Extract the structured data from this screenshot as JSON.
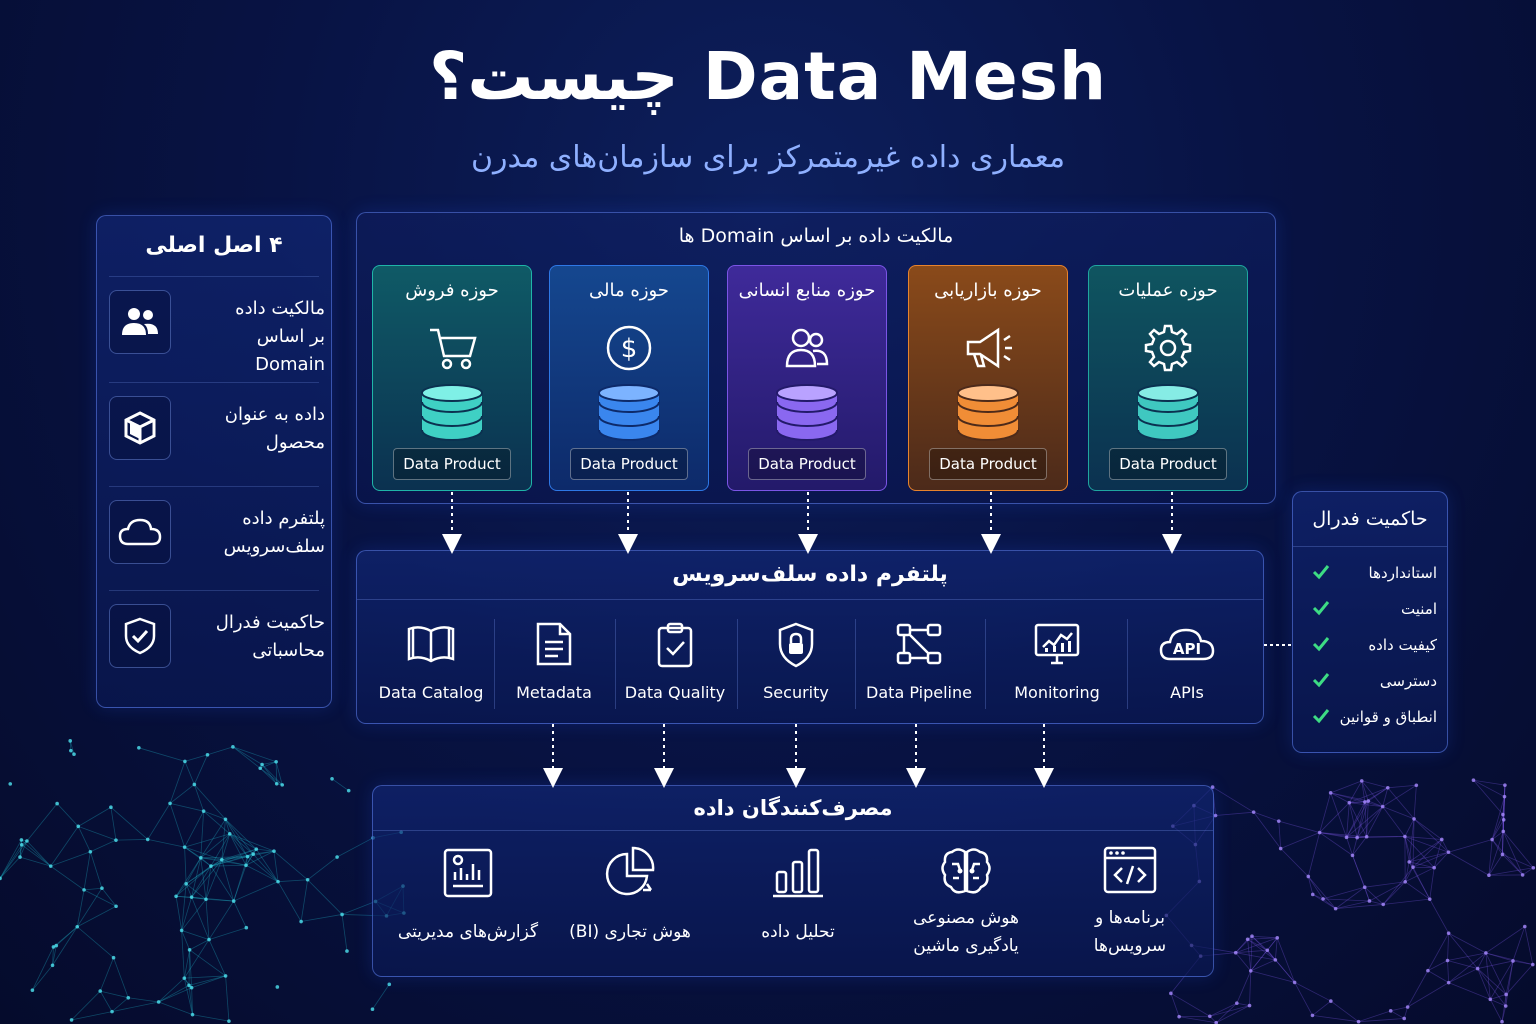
{
  "header": {
    "title": "Data Mesh چیست؟",
    "subtitle": "معماری داده غیرمتمرکز برای سازمان‌های مدرن"
  },
  "principles": {
    "title": "۴ اصل اصلی",
    "items": [
      {
        "line1": "مالکیت داده",
        "line2": "بر اساس Domain",
        "icon": "users-icon"
      },
      {
        "line1": "داده به عنوان",
        "line2": "محصول",
        "icon": "cube-icon"
      },
      {
        "line1": "پلتفرم داده",
        "line2": "سلف‌سرویس",
        "icon": "cloud-icon"
      },
      {
        "line1": "حاکمیت فدرال",
        "line2": "محاسباتی",
        "icon": "shield-check-icon"
      }
    ]
  },
  "domains": {
    "title": "مالکیت داده بر اساس Domain ها",
    "items": [
      {
        "name": "حوزه فروش",
        "badge": "Data Product",
        "icon": "cart-icon",
        "color": "#1fb5a8"
      },
      {
        "name": "حوزه مالی",
        "badge": "Data Product",
        "icon": "dollar-icon",
        "color": "#2e78e6"
      },
      {
        "name": "حوزه منابع انسانی",
        "badge": "Data Product",
        "icon": "people-icon",
        "color": "#7b55e6"
      },
      {
        "name": "حوزه بازاریابی",
        "badge": "Data Product",
        "icon": "megaphone-icon",
        "color": "#e8832c"
      },
      {
        "name": "حوزه عملیات",
        "badge": "Data Product",
        "icon": "gear-icon",
        "color": "#1fa6a0"
      }
    ]
  },
  "platform": {
    "title": "پلتفرم داده سلف‌سرویس",
    "tools": [
      {
        "label": "Data Catalog",
        "icon": "book-icon"
      },
      {
        "label": "Metadata",
        "icon": "document-icon"
      },
      {
        "label": "Data Quality",
        "icon": "clipboard-check-icon"
      },
      {
        "label": "Security",
        "icon": "shield-lock-icon"
      },
      {
        "label": "Data Pipeline",
        "icon": "pipeline-icon"
      },
      {
        "label": "Monitoring",
        "icon": "monitor-chart-icon"
      },
      {
        "label": "APIs",
        "icon": "api-cloud-icon",
        "icon_text": "API"
      }
    ]
  },
  "consumers": {
    "title": "مصرف‌کنندگان داده",
    "items": [
      {
        "line1": "گزارش‌های مدیریتی",
        "line2": "",
        "icon": "report-icon"
      },
      {
        "line1": "هوش تجاری (BI)",
        "line2": "",
        "icon": "pie-chart-icon"
      },
      {
        "line1": "تحلیل داده",
        "line2": "",
        "icon": "bar-chart-icon"
      },
      {
        "line1": "هوش مصنوعی",
        "line2": "یادگیری ماشین",
        "icon": "brain-icon"
      },
      {
        "line1": "برنامه‌ها و",
        "line2": "سرویس‌ها",
        "icon": "code-window-icon"
      }
    ]
  },
  "governance": {
    "title": "حاکمیت فدرال",
    "items": [
      "استانداردها",
      "امنیت",
      "کیفیت داده",
      "دسترسی",
      "انطباق و قوانین"
    ],
    "check_color": "#3ddc84"
  }
}
